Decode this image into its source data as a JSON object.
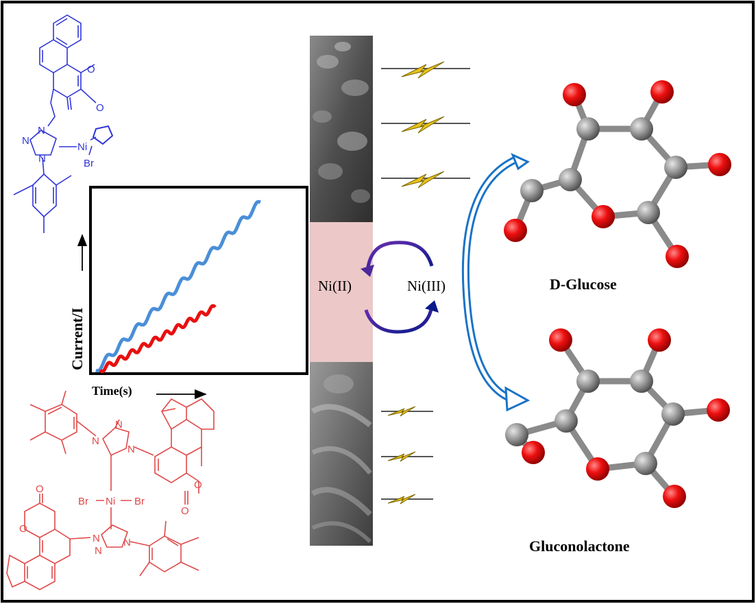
{
  "colors": {
    "blue_complex": "#2f35d6",
    "red_complex": "#e04848",
    "blue_curve": "#4a8fd8",
    "red_curve": "#e81010",
    "arrow_blue": "#1a73c6",
    "oxygen": "#ee1010",
    "carbon": "#9a9a9a",
    "lightning": "#e8c21a",
    "pink_zone": "#ecc8c8"
  },
  "icons": {
    "lightning": "lightning-icon",
    "redox_cycle": "circular-arrows-icon",
    "process_arrow": "curved-double-arrow-icon"
  },
  "plot": {
    "ylabel": "Current/I",
    "xlabel": "Time(s)",
    "series_colors": [
      "#4a8fd8",
      "#e81010"
    ]
  },
  "redox": {
    "left": "Ni(II)",
    "right": "Ni(III)"
  },
  "molecules": {
    "top_label": "D-Glucose",
    "bottom_label": "Gluconolactone"
  },
  "blue_structure": {
    "atoms": {
      "o_ring": "O",
      "o_keto": "O",
      "n1": "N",
      "n2": "N",
      "n3": "N",
      "ni": "Ni",
      "br": "Br"
    }
  },
  "red_structure": {
    "atoms": {
      "n_a": "N",
      "n_b": "N",
      "n_c": "N",
      "n_d": "N",
      "n_e": "N",
      "n_f": "N",
      "ni": "Ni",
      "br_left": "Br",
      "br_right": "Br",
      "o_ring_a": "O",
      "o_keto_a": "O",
      "o_ring_b": "O",
      "o_keto_b": "O"
    }
  }
}
